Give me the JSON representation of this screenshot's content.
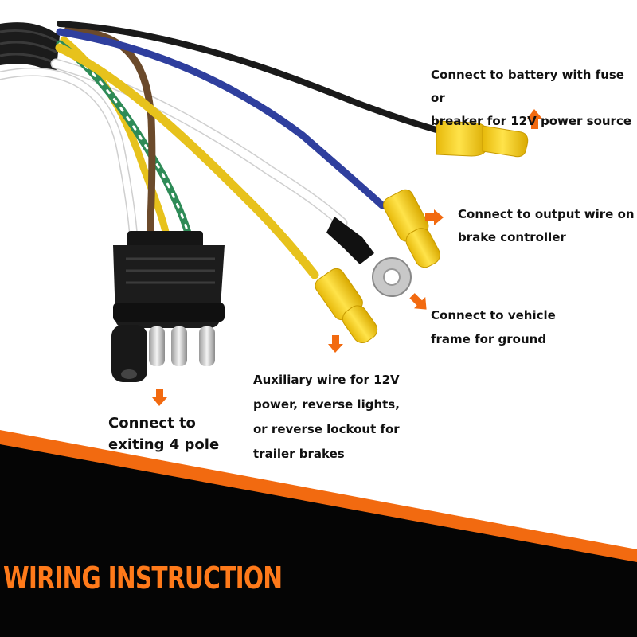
{
  "labels": {
    "battery": "Connect to battery with fuse or\nbreaker for 12V power source",
    "brake": "Connect to output wire on\nbrake controller",
    "ground": "Connect to vehicle\nframe for ground",
    "auxiliary": "Auxiliary wire for 12V\npower, reverse lights,\nor reverse lockout for\ntrailer brakes",
    "four_pole": "Connect to\nexiting 4 pole"
  },
  "banner": {
    "title": "WIRING INSTRUCTION"
  },
  "colors": {
    "accent_orange": "#f26a10",
    "banner_black": "#050505",
    "wire_black": "#1a1a1a",
    "wire_blue": "#2f3f9e",
    "wire_brown": "#6b4a2b",
    "wire_green": "#2e8b57",
    "wire_yellow": "#f0cf2a",
    "wire_white": "#ffffff",
    "terminal_yellow": "#f5d21c"
  }
}
